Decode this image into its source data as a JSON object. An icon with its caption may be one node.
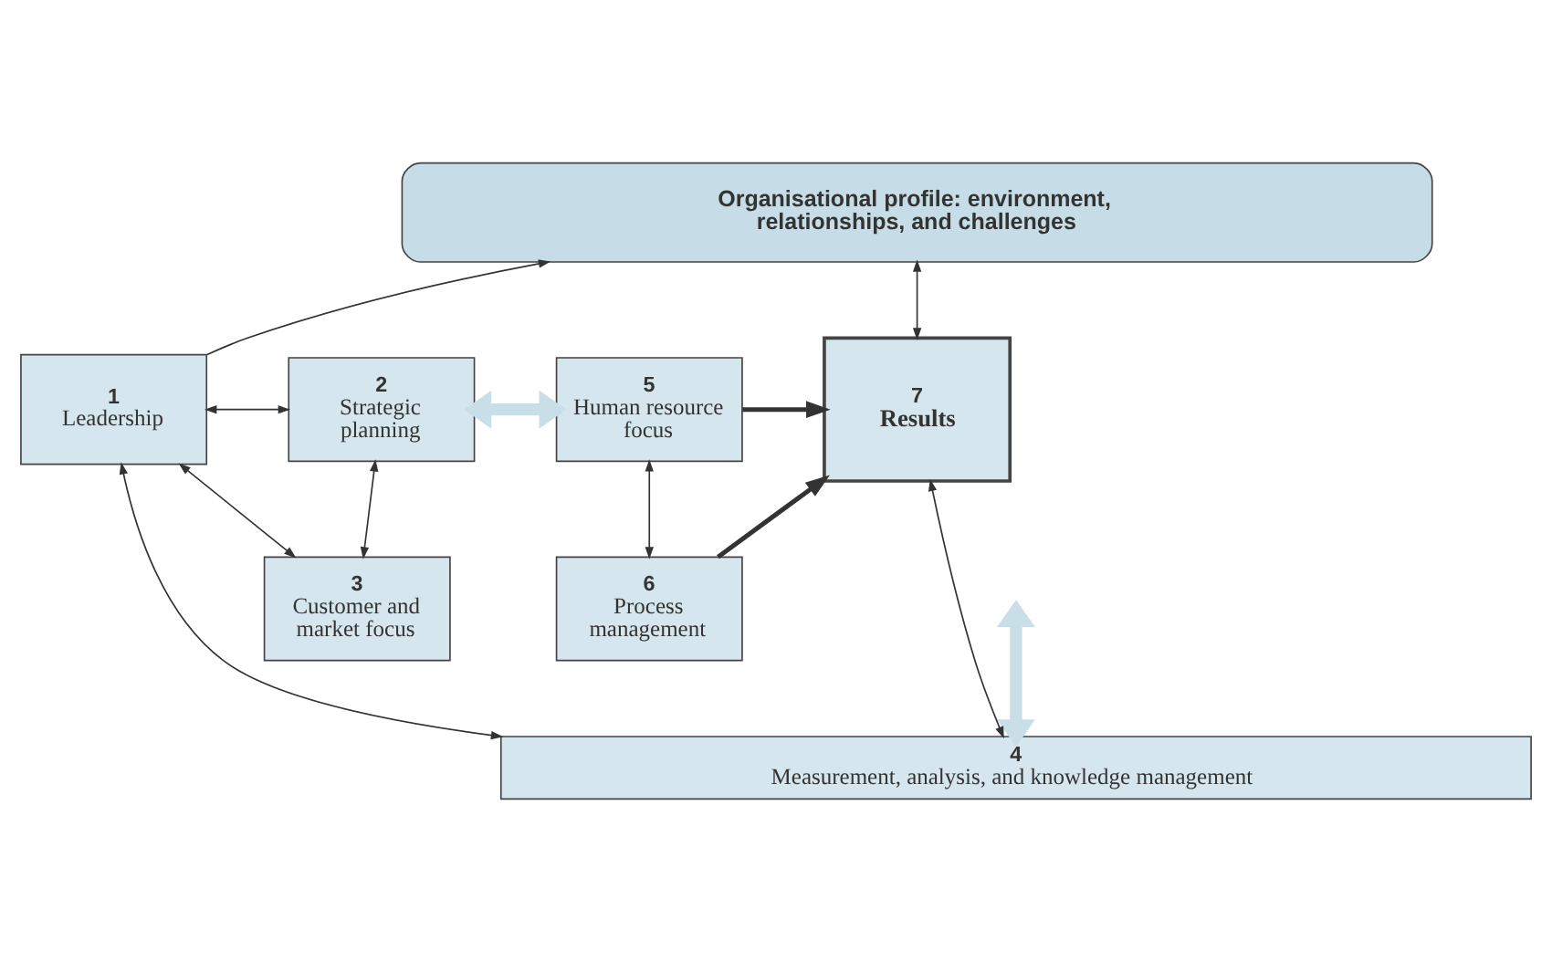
{
  "diagram": {
    "nodes": [
      {
        "text": [
          "Organisational profile: environment, relationships, and challenges"
        ]
      },
      {
        "text": [
          "1",
          "Leadership"
        ]
      },
      {
        "text": [
          "2",
          "Strategic planning"
        ]
      },
      {
        "text": [
          "3",
          "Customer and market focus"
        ]
      },
      {
        "text": [
          "5",
          "Human resource focus"
        ]
      },
      {
        "text": [
          "6",
          "Process management"
        ]
      },
      {
        "text": [
          "7",
          "Results"
        ]
      },
      {
        "text": [
          "4",
          "Measurement, analysis, and knowledge management"
        ]
      }
    ],
    "edges": [
      {
        "from": 1,
        "to": 0,
        "arrow": "to"
      },
      {
        "from": 0,
        "to": 6,
        "arrow": "both"
      },
      {
        "from": 1,
        "to": 2,
        "arrow": "both"
      },
      {
        "from": 1,
        "to": 3,
        "arrow": "both"
      },
      {
        "from": 2,
        "to": 3,
        "arrow": "both"
      },
      {
        "from": 2,
        "to": 4,
        "arrow": "both",
        "style": "thick",
        "color": "#c9dfe8"
      },
      {
        "from": 4,
        "to": 5,
        "arrow": "both"
      },
      {
        "from": 4,
        "to": 6,
        "arrow": "to",
        "style": "thick"
      },
      {
        "from": 5,
        "to": 6,
        "arrow": "to",
        "style": "thick"
      },
      {
        "from": null,
        "to": 7,
        "arrow": "both",
        "style": "thick",
        "color": "#c9dfe8"
      },
      {
        "from": 1,
        "to": 7,
        "arrow": "both"
      },
      {
        "from": 6,
        "to": 7,
        "arrow": "both"
      }
    ]
  }
}
